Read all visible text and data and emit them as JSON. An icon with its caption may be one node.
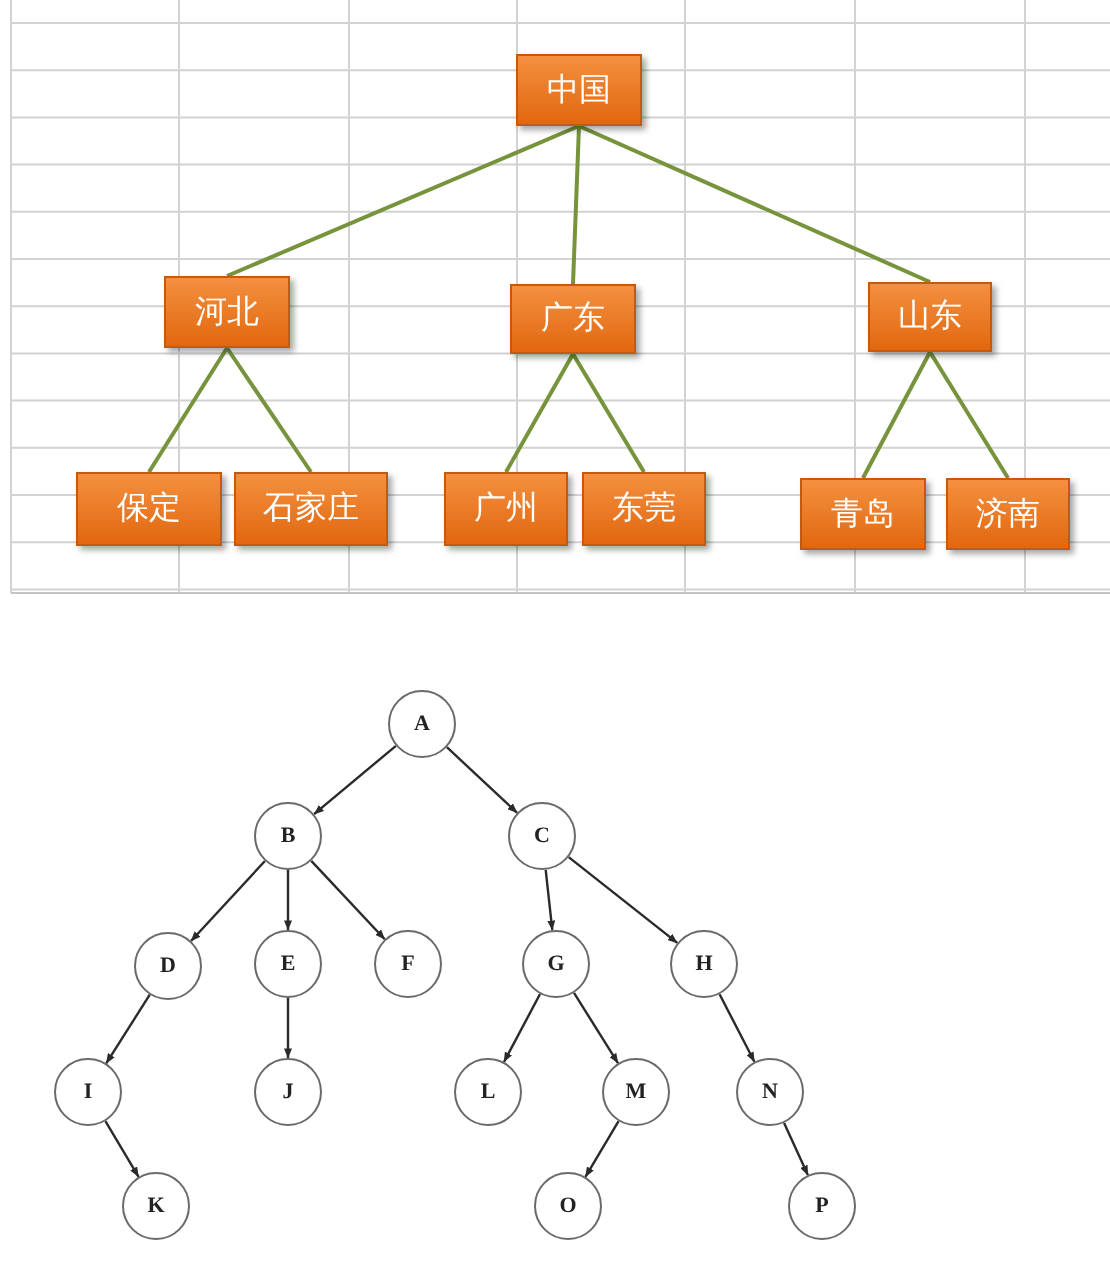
{
  "diagram": {
    "nodes": [
      {
        "text": [
          "中国"
        ]
      },
      {
        "text": [
          "河北"
        ]
      },
      {
        "text": [
          "广东"
        ]
      },
      {
        "text": [
          "山东"
        ]
      },
      {
        "text": [
          "保定"
        ]
      },
      {
        "text": [
          "石家庄"
        ]
      },
      {
        "text": [
          "广州"
        ]
      },
      {
        "text": [
          "东莞"
        ]
      },
      {
        "text": [
          "青岛"
        ]
      },
      {
        "text": [
          "济南"
        ]
      },
      {
        "text": [
          "A"
        ]
      },
      {
        "text": [
          "B"
        ]
      },
      {
        "text": [
          "C"
        ]
      },
      {
        "text": [
          "D"
        ]
      },
      {
        "text": [
          "E"
        ]
      },
      {
        "text": [
          "F"
        ]
      },
      {
        "text": [
          "G"
        ]
      },
      {
        "text": [
          "H"
        ]
      },
      {
        "text": [
          "I"
        ]
      },
      {
        "text": [
          "J"
        ]
      },
      {
        "text": [
          "L"
        ]
      },
      {
        "text": [
          "M"
        ]
      },
      {
        "text": [
          "N"
        ]
      },
      {
        "text": [
          "K"
        ]
      },
      {
        "text": [
          "O"
        ]
      },
      {
        "text": [
          "P"
        ]
      }
    ],
    "edges": [
      {
        "from": 0,
        "to": 1,
        "arrow": "none",
        "color": "#77933c"
      },
      {
        "from": 0,
        "to": 2,
        "arrow": "none",
        "color": "#77933c"
      },
      {
        "from": 0,
        "to": 3,
        "arrow": "none",
        "color": "#77933c"
      },
      {
        "from": 1,
        "to": 4,
        "arrow": "none",
        "color": "#77933c"
      },
      {
        "from": 1,
        "to": 5,
        "arrow": "none",
        "color": "#77933c"
      },
      {
        "from": 2,
        "to": 6,
        "arrow": "none",
        "color": "#77933c"
      },
      {
        "from": 2,
        "to": 7,
        "arrow": "none",
        "color": "#77933c"
      },
      {
        "from": 3,
        "to": 8,
        "arrow": "none",
        "color": "#77933c"
      },
      {
        "from": 3,
        "to": 9,
        "arrow": "none",
        "color": "#77933c"
      },
      {
        "from": 10,
        "to": 11,
        "arrow": "to"
      },
      {
        "from": 10,
        "to": 12,
        "arrow": "to"
      },
      {
        "from": 11,
        "to": 13,
        "arrow": "to"
      },
      {
        "from": 11,
        "to": 14,
        "arrow": "to"
      },
      {
        "from": 11,
        "to": 15,
        "arrow": "to"
      },
      {
        "from": 12,
        "to": 16,
        "arrow": "to"
      },
      {
        "from": 12,
        "to": 17,
        "arrow": "to"
      },
      {
        "from": 13,
        "to": 18,
        "arrow": "to"
      },
      {
        "from": 14,
        "to": 19,
        "arrow": "to"
      },
      {
        "from": 16,
        "to": 20,
        "arrow": "to"
      },
      {
        "from": 16,
        "to": 21,
        "arrow": "to"
      },
      {
        "from": 17,
        "to": 22,
        "arrow": "to"
      },
      {
        "from": 18,
        "to": 23,
        "arrow": "to"
      },
      {
        "from": 21,
        "to": 24,
        "arrow": "to"
      },
      {
        "from": 22,
        "to": 25,
        "arrow": "to"
      }
    ]
  }
}
